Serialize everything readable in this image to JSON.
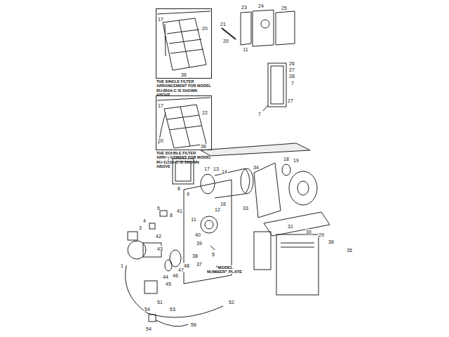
{
  "diagram": {
    "nodes": [
      {
        "text": [
          "THE SINGLE FILTER ARRANGEMENT FOR MODEL RU-850A-C IS SHOWN ABOVE"
        ]
      },
      {
        "text": [
          "THE DOUBLE FILTER ARRANGEMENT FOR MODEL RU-1125A-C IS SHOWN ABOVE"
        ]
      }
    ],
    "labels": [
      "17",
      "20",
      "36",
      "17",
      "22",
      "20",
      "36",
      "23",
      "24",
      "25",
      "21",
      "20",
      "11",
      "26",
      "27",
      "28",
      "7",
      "27",
      "7",
      "7",
      "8",
      "9",
      "17",
      "13",
      "14",
      "16",
      "12",
      "18",
      "19",
      "34",
      "33",
      "30",
      "29",
      "31",
      "35",
      "36",
      "6",
      "8",
      "41",
      "40",
      "39",
      "11",
      "42",
      "4",
      "3",
      "43",
      "1",
      "44",
      "45",
      "46",
      "47",
      "48",
      "5",
      "38",
      "37",
      "\"MODEL NUMBER\" PLATE",
      "51",
      "52",
      "53",
      "54",
      "54",
      "56"
    ]
  }
}
